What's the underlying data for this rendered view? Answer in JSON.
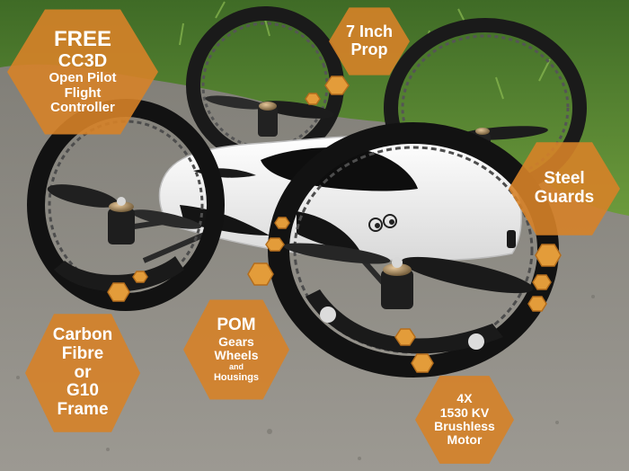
{
  "labels": {
    "flight_controller": [
      "FREE",
      "CC3D",
      "Open Pilot",
      "Flight",
      "Controller"
    ],
    "prop": [
      "7 Inch",
      "Prop"
    ],
    "guards": [
      "Steel",
      "Guards"
    ],
    "frame": [
      "Carbon",
      "Fibre",
      "or",
      "G10",
      "Frame"
    ],
    "gears": [
      "POM",
      "Gears",
      "Wheels",
      "and",
      "Housings"
    ],
    "motor": [
      "4X",
      "1530 KV",
      "Brushless",
      "Motor"
    ]
  },
  "colors": {
    "hex_fill": "#d6822a",
    "hex_text": "#ffffff",
    "ground": "#8a8780",
    "grass": "#4a7a2e",
    "wheel": "#1a1a1a",
    "body": "#f4f4f4",
    "stripe": "#141414"
  }
}
